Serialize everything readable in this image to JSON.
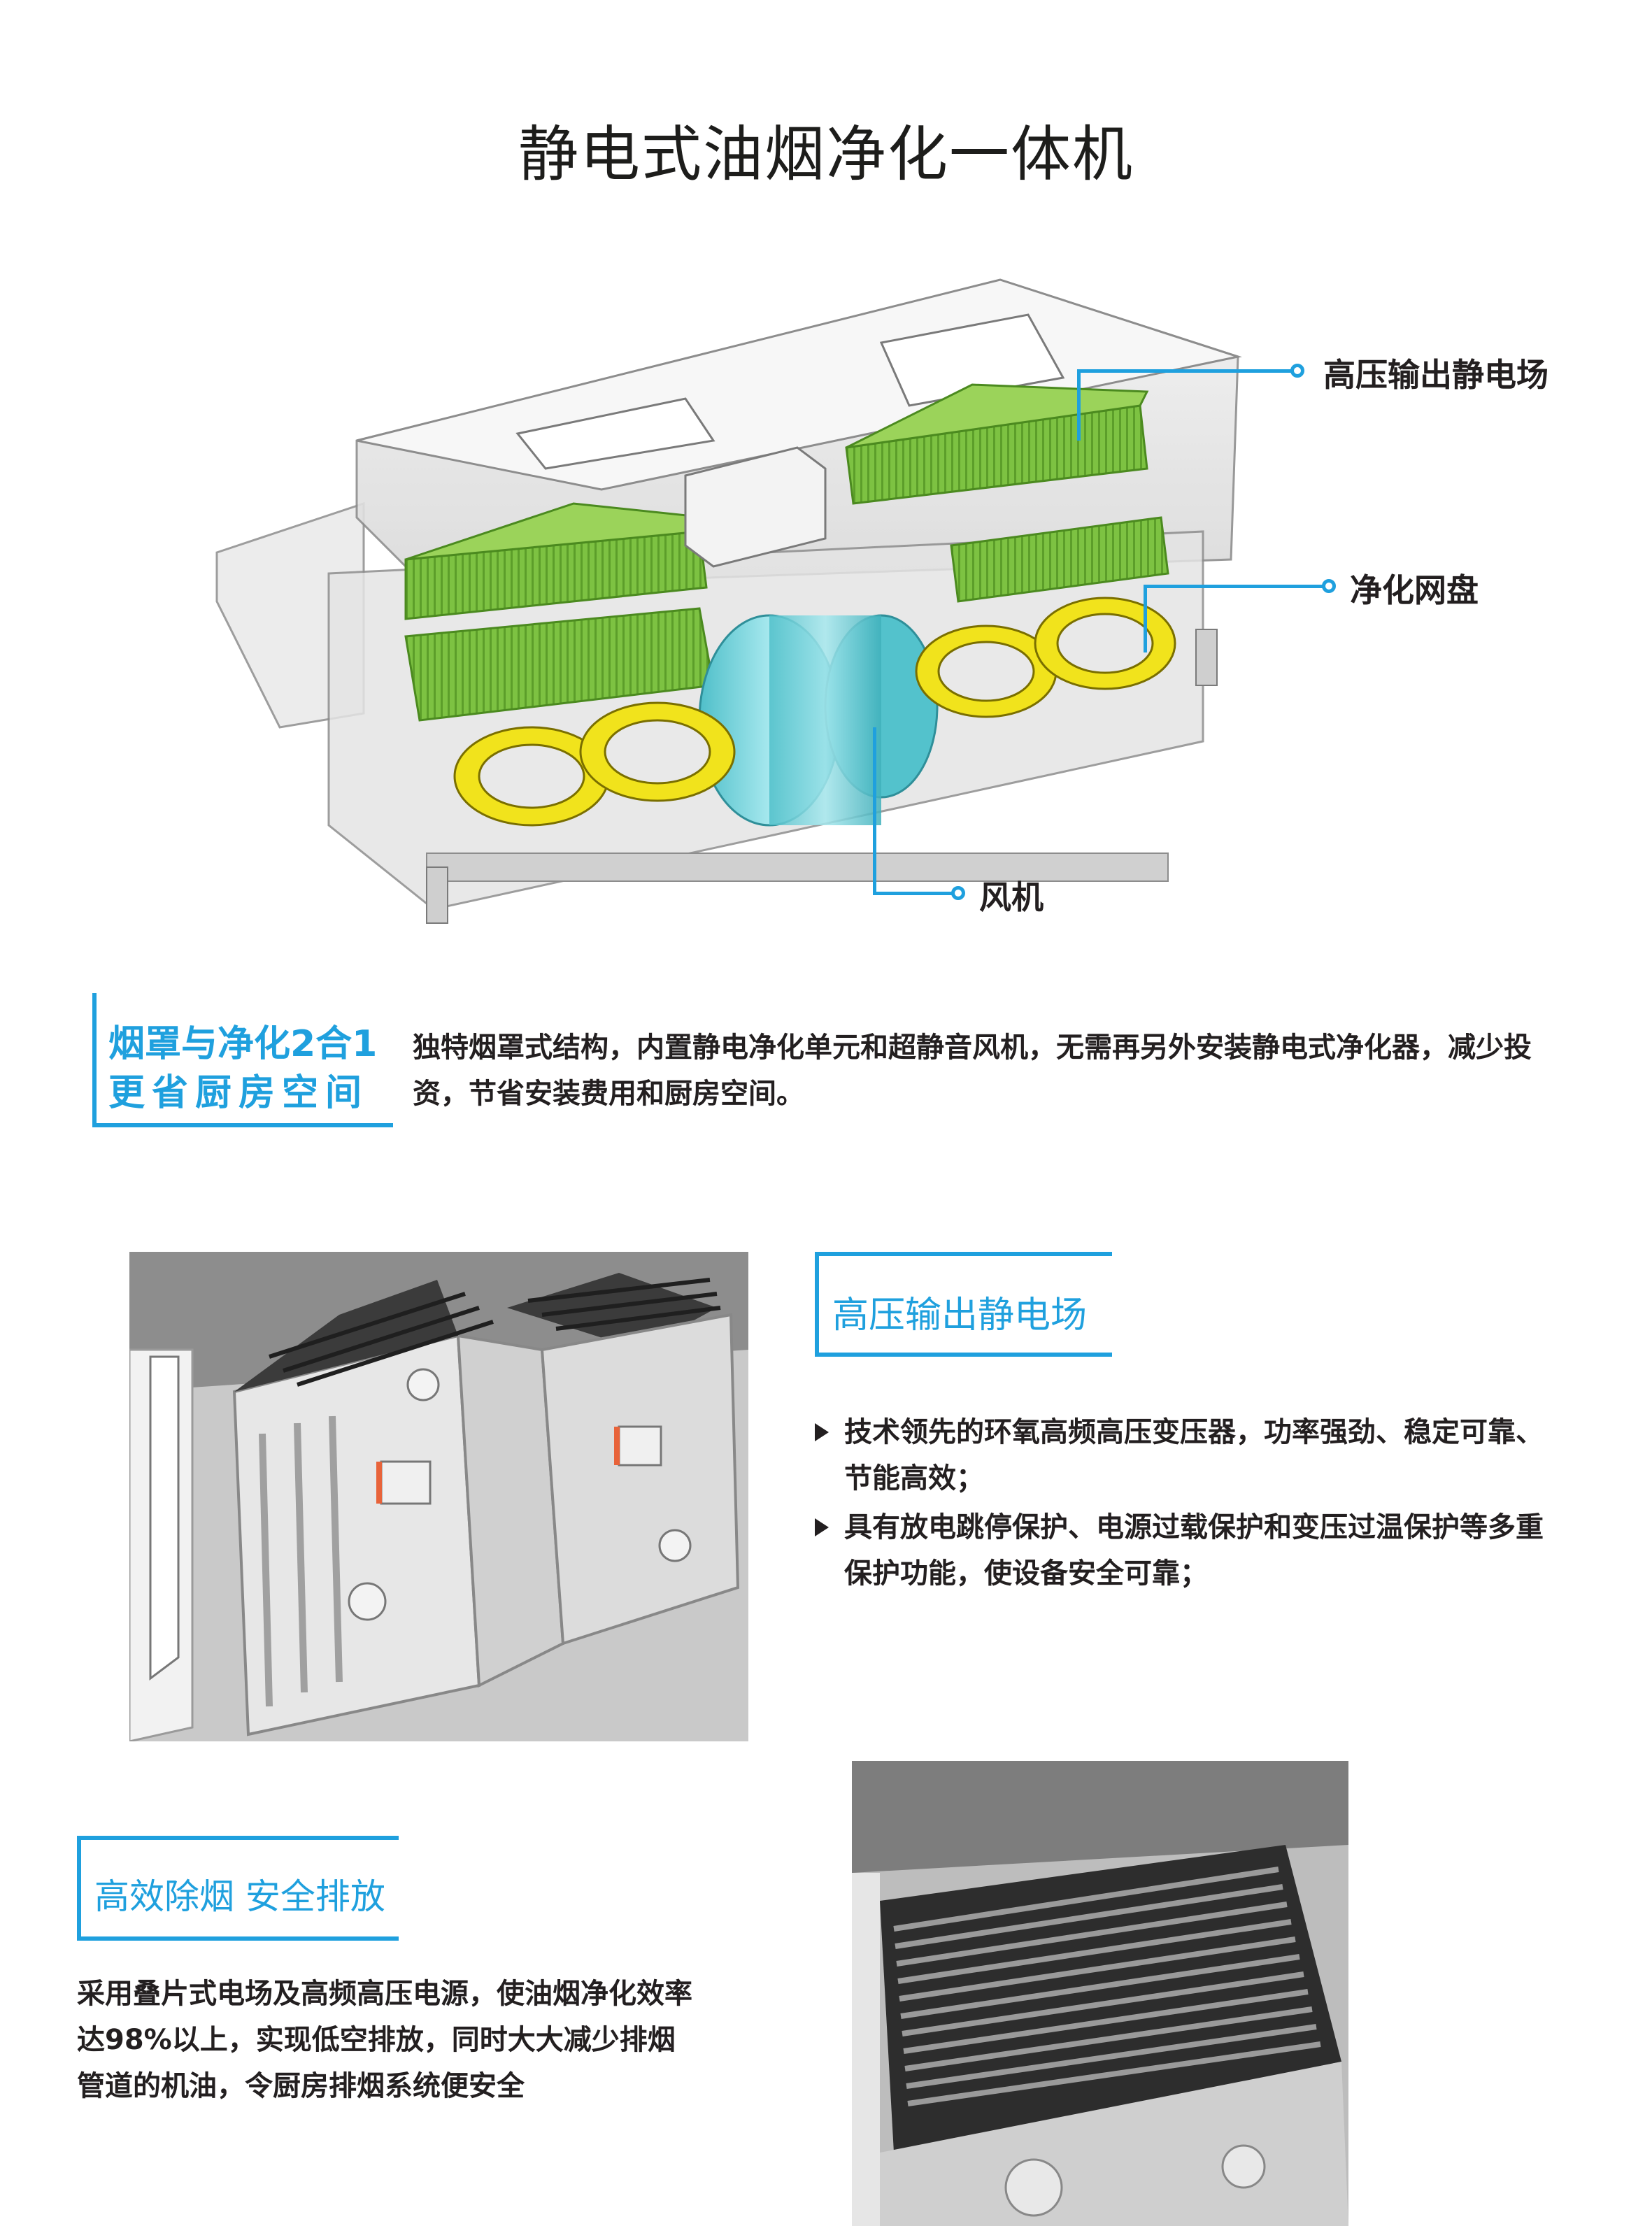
{
  "title": "静电式油烟净化一体机",
  "callouts": {
    "field": "高压输出静电场",
    "mesh": "净化网盘",
    "fan": "风机"
  },
  "section1": {
    "heading_line1": "烟罩与净化2合1",
    "heading_line2": "更省厨房空间",
    "text": "独特烟罩式结构，内置静电净化单元和超静音风机，无需再另外安装静电式净化器，减少投资，节省安装费用和厨房空间。"
  },
  "section2": {
    "heading": "高压输出静电场",
    "bullets": [
      "技术领先的环氧高频高压变压器，功率强劲、稳定可靠、节能高效；",
      "具有放电跳停保护、电源过载保护和变压过温保护等多重保护功能，使设备安全可靠；"
    ]
  },
  "section3": {
    "heading": "高效除烟 安全排放",
    "text": "采用叠片式电场及高频高压电源，使油烟净化效率达98%以上，实现低空排放，同时大大减少排烟管道的机油，令厨房排烟系统便安全"
  },
  "colors": {
    "accent": "#1fa0de",
    "green": "#7dc242",
    "yellow": "#f1e31c",
    "cyan": "#6fd3da"
  }
}
